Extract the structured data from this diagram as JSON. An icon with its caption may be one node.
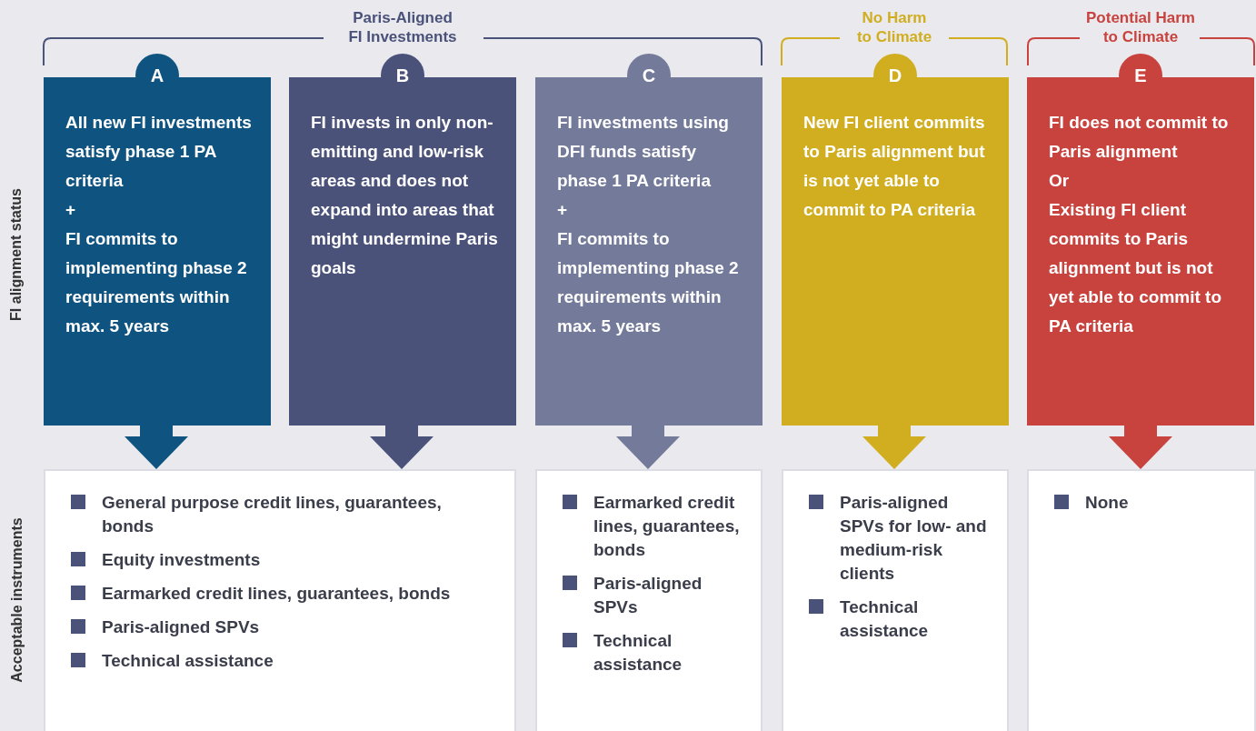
{
  "diagram": {
    "nodes": [
      {
        "text": [
          "A",
          "All new FI investments satisfy phase 1 PA criteria",
          "+",
          "FI commits to implementing phase 2 requirements within max. 5 years"
        ]
      },
      {
        "text": [
          "B",
          "FI invests in only non-emitting and low-risk areas and does not expand into areas that might undermine Paris goals"
        ]
      },
      {
        "text": [
          "C",
          "FI investments using DFI funds satisfy phase 1 PA criteria",
          "+",
          "FI commits to implementing phase 2 requirements within max. 5 years"
        ]
      },
      {
        "text": [
          "D",
          "New FI client commits to Paris alignment but is not yet able to commit to PA criteria"
        ]
      },
      {
        "text": [
          "E",
          "FI does not commit to Paris alignment",
          "Or",
          "Existing FI client commits to Paris alignment but is not yet able to commit to PA criteria"
        ]
      },
      {
        "text": [
          "General purpose credit lines, guarantees, bonds",
          "Equity investments",
          "Earmarked credit lines, guarantees, bonds",
          "Paris-aligned SPVs",
          "Technical assistance"
        ]
      },
      {
        "text": [
          "Earmarked credit lines, guarantees, bonds",
          "Paris-aligned SPVs",
          "Technical assistance"
        ]
      },
      {
        "text": [
          "Paris-aligned SPVs for low- and medium-risk clients",
          "Technical assistance"
        ]
      },
      {
        "text": [
          "None"
        ]
      }
    ],
    "edges": [
      {
        "from": 0,
        "to": 5,
        "arrow": "to",
        "color": "#0f5480"
      },
      {
        "from": 1,
        "to": 5,
        "arrow": "to",
        "color": "#4a527a"
      },
      {
        "from": 2,
        "to": 6,
        "arrow": "to",
        "color": "#737a9a"
      },
      {
        "from": 3,
        "to": 7,
        "arrow": "to",
        "color": "#d1ae20"
      },
      {
        "from": 4,
        "to": 8,
        "arrow": "to",
        "color": "#c9433e"
      }
    ],
    "labels": [
      "Paris-Aligned FI Investments",
      "No Harm to Climate",
      "Potential Harm to Climate",
      "FI alignment status",
      "Acceptable instruments"
    ]
  }
}
